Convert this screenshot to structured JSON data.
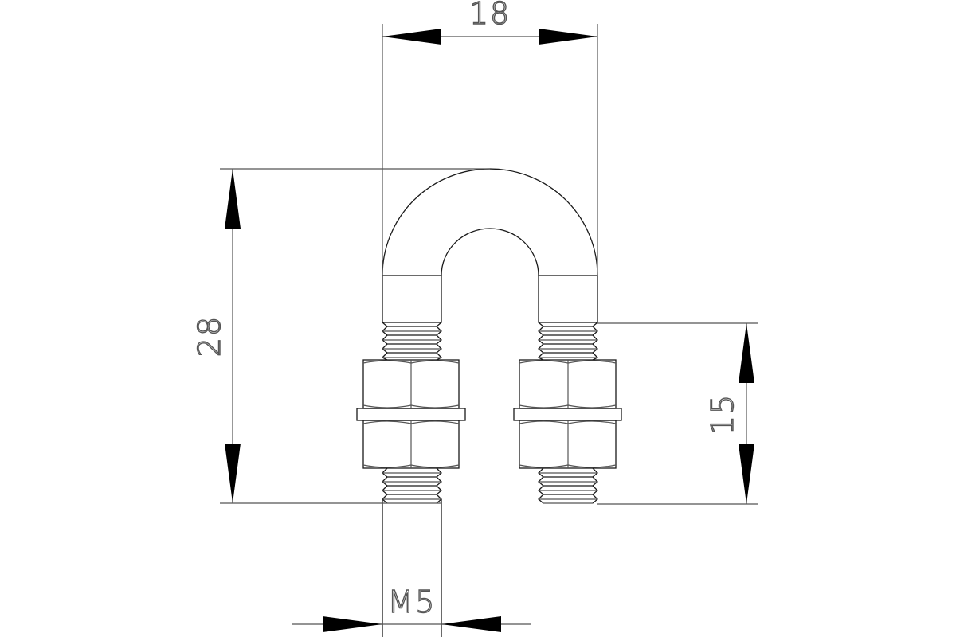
{
  "drawing": {
    "title": "U-bolt with nuts and washers",
    "part_outline_color": "#1a1a1a",
    "dimension_line_color": "#555555",
    "arrow_color": "#000000",
    "background": "#ffffff"
  },
  "dimensions": {
    "width": {
      "label": "18",
      "orientation": "horizontal",
      "position": "top"
    },
    "height": {
      "label": "28",
      "orientation": "vertical",
      "position": "left"
    },
    "thread_length": {
      "label": "15",
      "orientation": "vertical",
      "position": "right"
    },
    "thread_size": {
      "label": "M5",
      "orientation": "horizontal",
      "position": "bottom"
    }
  },
  "components": {
    "u_bend": "semicircular bend",
    "legs": 2,
    "nuts_per_leg": 2,
    "washers_per_leg": 1,
    "threaded_sections": "above and below nut stack"
  }
}
